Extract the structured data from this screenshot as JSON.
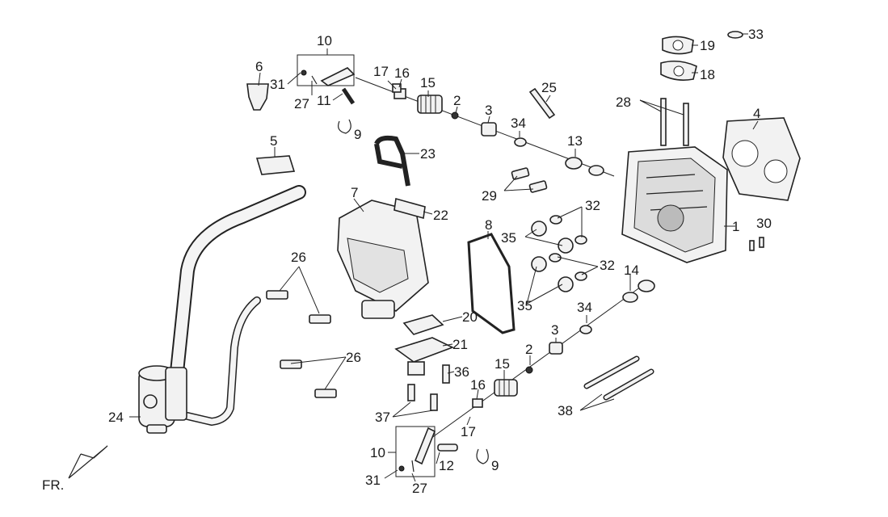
{
  "direction_label": "FR.",
  "callouts": [
    {
      "id": "c1",
      "text": "1"
    },
    {
      "id": "c2a",
      "text": "2"
    },
    {
      "id": "c2b",
      "text": "2"
    },
    {
      "id": "c3a",
      "text": "3"
    },
    {
      "id": "c3b",
      "text": "3"
    },
    {
      "id": "c4",
      "text": "4"
    },
    {
      "id": "c5",
      "text": "5"
    },
    {
      "id": "c6",
      "text": "6"
    },
    {
      "id": "c7",
      "text": "7"
    },
    {
      "id": "c8",
      "text": "8"
    },
    {
      "id": "c9a",
      "text": "9"
    },
    {
      "id": "c9b",
      "text": "9"
    },
    {
      "id": "c10a",
      "text": "10"
    },
    {
      "id": "c10b",
      "text": "10"
    },
    {
      "id": "c11",
      "text": "11"
    },
    {
      "id": "c12",
      "text": "12"
    },
    {
      "id": "c13",
      "text": "13"
    },
    {
      "id": "c14",
      "text": "14"
    },
    {
      "id": "c15a",
      "text": "15"
    },
    {
      "id": "c15b",
      "text": "15"
    },
    {
      "id": "c16a",
      "text": "16"
    },
    {
      "id": "c16b",
      "text": "16"
    },
    {
      "id": "c17a",
      "text": "17"
    },
    {
      "id": "c17b",
      "text": "17"
    },
    {
      "id": "c18",
      "text": "18"
    },
    {
      "id": "c19",
      "text": "19"
    },
    {
      "id": "c20",
      "text": "20"
    },
    {
      "id": "c21",
      "text": "21"
    },
    {
      "id": "c22",
      "text": "22"
    },
    {
      "id": "c23",
      "text": "23"
    },
    {
      "id": "c24",
      "text": "24"
    },
    {
      "id": "c25",
      "text": "25"
    },
    {
      "id": "c26a",
      "text": "26"
    },
    {
      "id": "c26b",
      "text": "26"
    },
    {
      "id": "c27a",
      "text": "27"
    },
    {
      "id": "c27b",
      "text": "27"
    },
    {
      "id": "c28",
      "text": "28"
    },
    {
      "id": "c29",
      "text": "29"
    },
    {
      "id": "c30",
      "text": "30"
    },
    {
      "id": "c31a",
      "text": "31"
    },
    {
      "id": "c31b",
      "text": "31"
    },
    {
      "id": "c32a",
      "text": "32"
    },
    {
      "id": "c32b",
      "text": "32"
    },
    {
      "id": "c33",
      "text": "33"
    },
    {
      "id": "c34a",
      "text": "34"
    },
    {
      "id": "c34b",
      "text": "34"
    },
    {
      "id": "c35a",
      "text": "35"
    },
    {
      "id": "c35b",
      "text": "35"
    },
    {
      "id": "c36",
      "text": "36"
    },
    {
      "id": "c37",
      "text": "37"
    },
    {
      "id": "c38",
      "text": "38"
    }
  ]
}
